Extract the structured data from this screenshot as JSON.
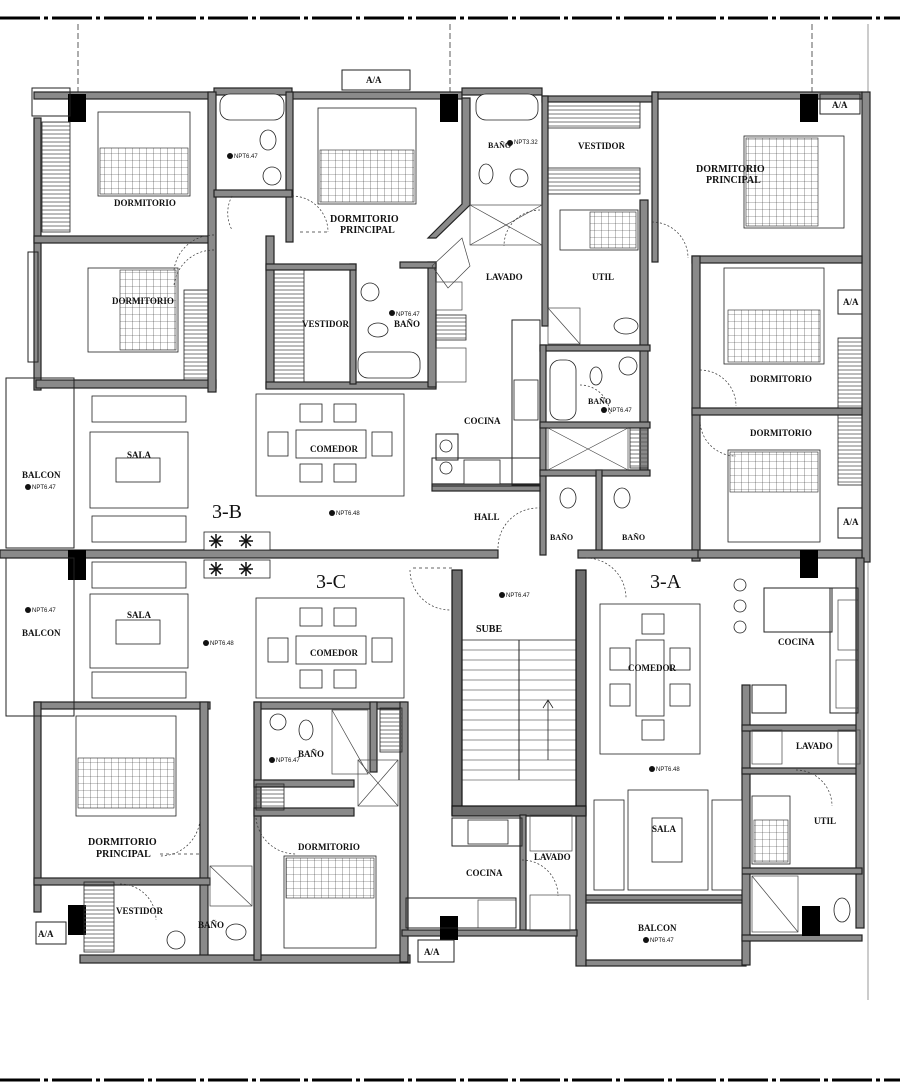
{
  "labels": {
    "aa": "A/A",
    "vestidor": "VESTIDOR",
    "dormitorio": "DORMITORIO",
    "dormitorio_principal_1": "DORMITORIO",
    "dormitorio_principal_2": "PRINCIPAL",
    "bano": "BAÑO",
    "lavado": "LAVADO",
    "util": "UTIL",
    "cocina": "COCINA",
    "comedor": "COMEDOR",
    "sala": "SALA",
    "balcon": "BALCON",
    "hall": "HALL",
    "sube": "SUBE",
    "unit_3a": "3-A",
    "unit_3b": "3-B",
    "unit_3c": "3-C",
    "np_647": "NPT6.47",
    "np_648": "NPT6.48",
    "np_532": "NPT3.32"
  }
}
